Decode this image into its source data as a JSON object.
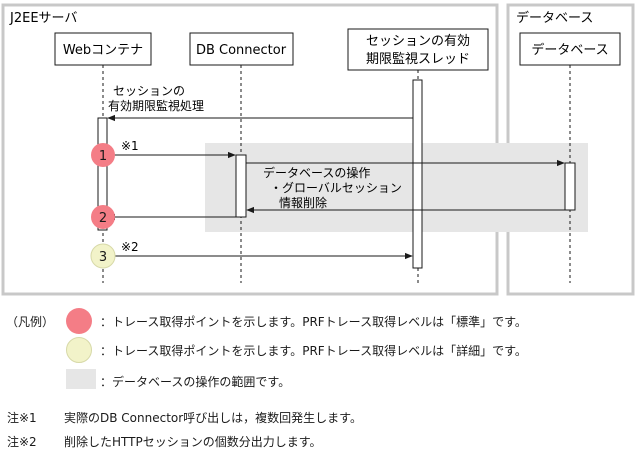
{
  "containers": {
    "j2ee": "J2EEサーバ",
    "database": "データベース"
  },
  "lifelines": {
    "web": "Webコンテナ",
    "dbconn": "DB Connector",
    "thread_line1": "セッションの有効",
    "thread_line2": "期限監視スレッド",
    "db": "データベース"
  },
  "messages": {
    "monitor_line1": "セッションの",
    "monitor_line2": "有効期限監視処理",
    "star1": "※1",
    "star2": "※2",
    "dbop_line1": "データベースの操作",
    "dbop_line2": "・グローバルセッション",
    "dbop_line3": "情報削除"
  },
  "points": [
    "1",
    "2",
    "3"
  ],
  "legend": {
    "title": "（凡例）",
    "red_text": "：トレース取得ポイントを示します。PRFトレース取得レベルは「標準」です。",
    "yellow_text": "：トレース取得ポイントを示します。PRFトレース取得レベルは「詳細」です。",
    "gray_text": "：データベースの操作の範囲です。"
  },
  "notes": [
    {
      "key": "注※1",
      "text": "実際のDB Connector呼び出しは，複数回発生します。"
    },
    {
      "key": "注※2",
      "text": "削除したHTTPセッションの個数分出力します。"
    }
  ],
  "colors": {
    "container_border": "#c8c8c8",
    "db_range": "#e6e6e6",
    "point_standard": "#f47d86",
    "point_detail": "#f2f3c9"
  }
}
